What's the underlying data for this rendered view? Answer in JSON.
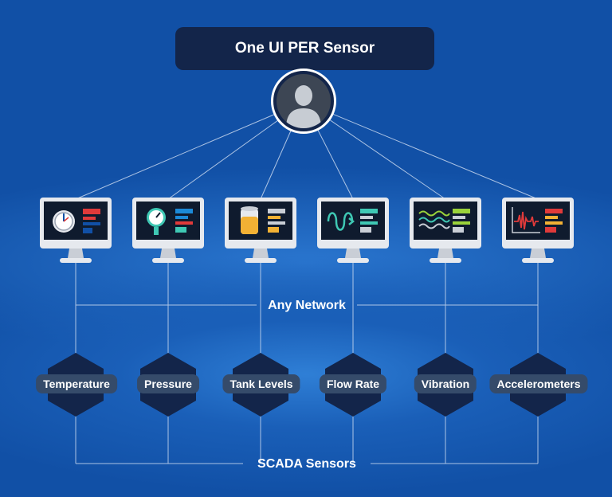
{
  "title": "One UI PER Sensor",
  "network_label": "Any Network",
  "scada_label": "SCADA Sensors",
  "colors": {
    "background": "#1150a6",
    "dark_navy": "#13254a",
    "line": "#c7d7ee",
    "screen": "#0f1b2e",
    "red": "#e03a3a",
    "teal": "#3fc8b4",
    "yellow": "#f2b134",
    "green": "#9ad23a"
  },
  "monitors": [
    {
      "icon": "gauge-icon"
    },
    {
      "icon": "pressure-gauge-icon"
    },
    {
      "icon": "tank-icon"
    },
    {
      "icon": "flow-icon"
    },
    {
      "icon": "wave-icon"
    },
    {
      "icon": "waveform-icon"
    }
  ],
  "sensors": [
    {
      "label": "Temperature"
    },
    {
      "label": "Pressure"
    },
    {
      "label": "Tank Levels"
    },
    {
      "label": "Flow Rate"
    },
    {
      "label": "Vibration"
    },
    {
      "label": "Accelerometers"
    }
  ]
}
